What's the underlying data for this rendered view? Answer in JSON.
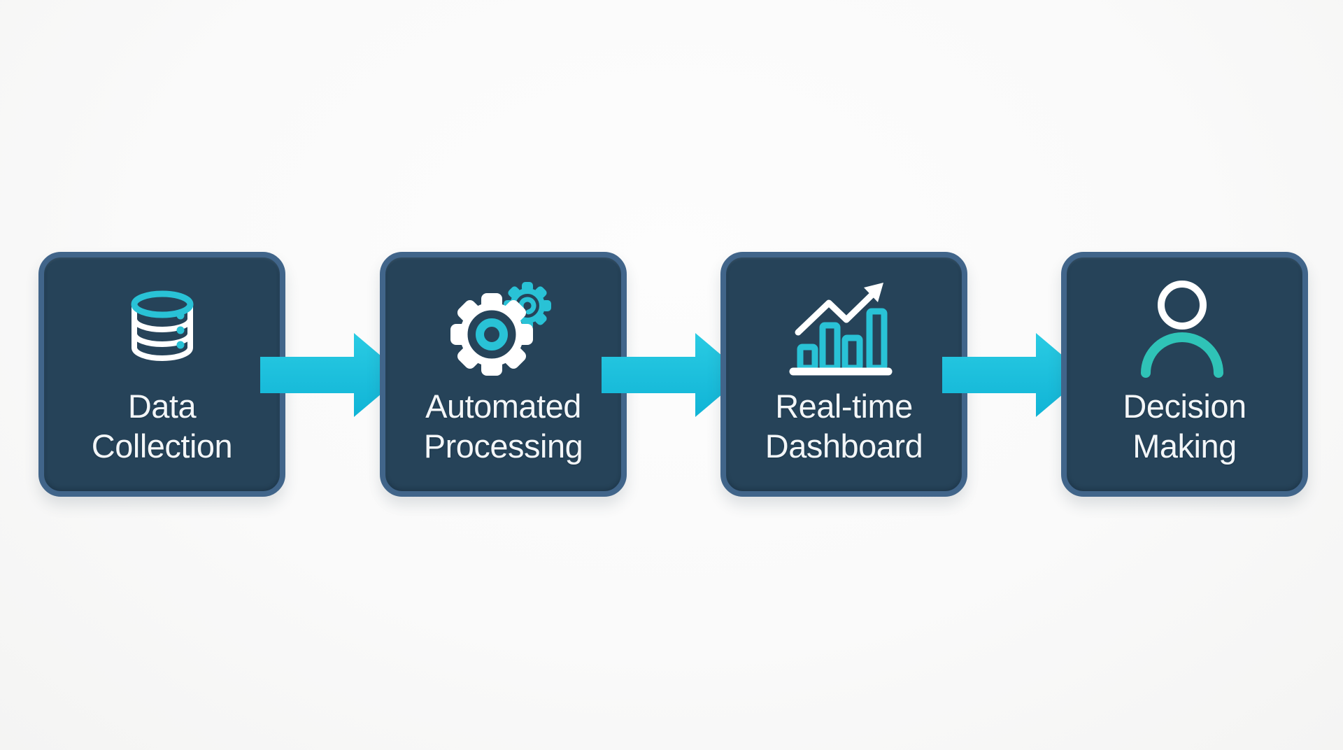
{
  "diagram": {
    "colors": {
      "box-fill": "#264359",
      "box-border": "#41658a",
      "label-color": "#f3f6f8",
      "teal": "#29c2d6",
      "teal-green": "#2fc3b7",
      "arrow-light": "#2acbe3",
      "arrow-dark": "#10b4d6"
    },
    "steps": [
      {
        "name": "data-collection",
        "icon": "database-icon",
        "line1": "Data",
        "line2": "Collection"
      },
      {
        "name": "automated-processing",
        "icon": "gears-icon",
        "line1": "Automated",
        "line2": "Processing"
      },
      {
        "name": "real-time-dashboard",
        "icon": "bar-chart-trend-icon",
        "line1": "Real-time",
        "line2": "Dashboard"
      },
      {
        "name": "decision-making",
        "icon": "person-icon",
        "line1": "Decision",
        "line2": "Making"
      }
    ],
    "connectors": [
      {
        "name": "flow-arrow-1",
        "direction": "right"
      },
      {
        "name": "flow-arrow-2",
        "direction": "right"
      },
      {
        "name": "flow-arrow-3",
        "direction": "right"
      }
    ]
  }
}
